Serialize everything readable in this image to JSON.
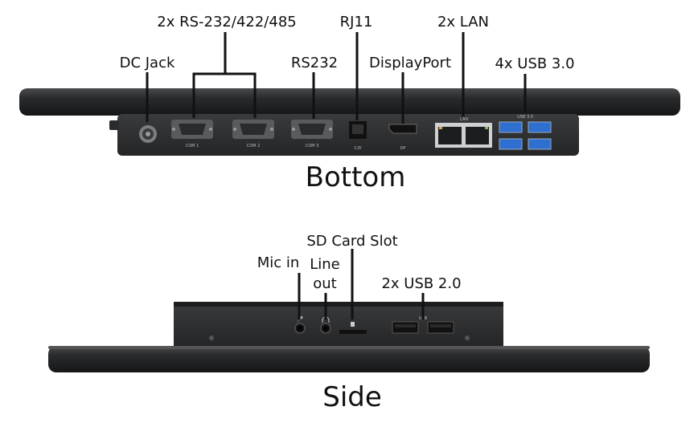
{
  "bottom": {
    "title": "Bottom",
    "labels": {
      "dc_jack": "DC Jack",
      "rs_multi": "2x RS-232/422/485",
      "rs232": "RS232",
      "rj11": "RJ11",
      "displayport": "DisplayPort",
      "lan": "2x LAN",
      "usb3": "4x USB 3.0"
    },
    "port_marks": {
      "com1": "COM 1",
      "com2": "COM 2",
      "com3": "COM 3",
      "cd": "C/D",
      "dp": "DP",
      "lan": "LAN",
      "usb3": "USB 3.0"
    }
  },
  "side": {
    "title": "Side",
    "labels": {
      "sd": "SD Card Slot",
      "mic": "Mic in",
      "line_1": "Line",
      "line_2": "out",
      "usb2": "2x USB 2.0"
    },
    "port_marks": {
      "usb": "USB"
    }
  },
  "colors": {
    "chassis": "#2b2c2e",
    "bezel": "#1f2022",
    "usb3_blue": "#2f6fd0",
    "label": "#111111"
  }
}
